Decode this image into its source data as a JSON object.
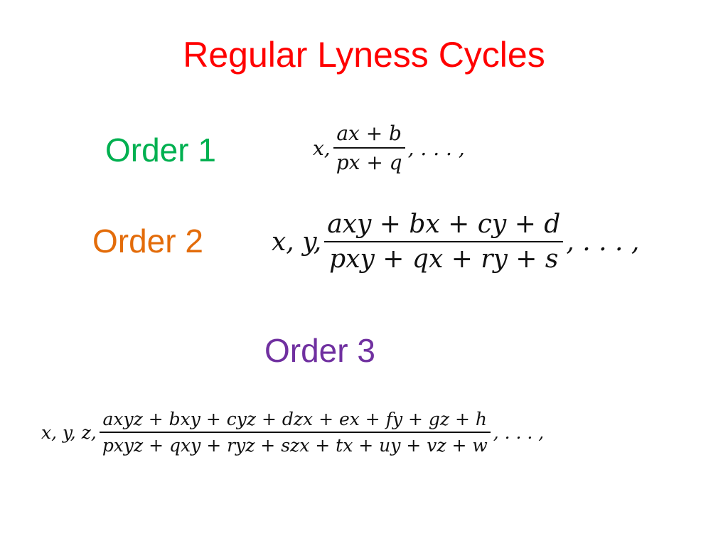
{
  "slide": {
    "title": "Regular Lyness Cycles",
    "orders": [
      {
        "label": "Order 1",
        "formula": {
          "prefix": "x,",
          "numerator": "ax + b",
          "denominator": "px + q",
          "suffix": ", . . . ,"
        }
      },
      {
        "label": "Order 2",
        "formula": {
          "prefix": "x, y,",
          "numerator": "axy + bx + cy + d",
          "denominator": "pxy + qx + ry + s",
          "suffix": ", . . . ,"
        }
      },
      {
        "label": "Order 3",
        "formula": {
          "prefix": "x, y, z,",
          "numerator": "axyz + bxy + cyz + dzx + ex + fy + gz + h",
          "denominator": "pxyz + qxy + ryz + szx + tx + uy + vz + w",
          "suffix": ", . . . ,"
        }
      }
    ],
    "colors": {
      "title": "#ff0000",
      "order1": "#00b050",
      "order2": "#e36c0a",
      "order3": "#7030a0",
      "math": "#111111",
      "background": "#ffffff"
    }
  }
}
